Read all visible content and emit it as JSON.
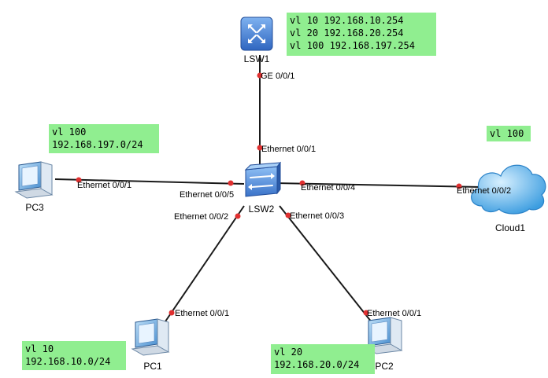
{
  "devices": {
    "lsw1": "LSW1",
    "lsw2": "LSW2",
    "pc1": "PC1",
    "pc2": "PC2",
    "pc3": "PC3",
    "cloud1": "Cloud1"
  },
  "ports": {
    "lsw1_ge001": "GE 0/0/1",
    "lsw2_e001": "Ethernet 0/0/1",
    "lsw2_e005": "Ethernet 0/0/5",
    "lsw2_e004": "Ethernet 0/0/4",
    "lsw2_e002": "Ethernet 0/0/2",
    "lsw2_e003": "Ethernet 0/0/3",
    "pc3_e001": "Ethernet 0/0/1",
    "cloud_e002": "Ethernet 0/0/2",
    "pc1_e001": "Ethernet 0/0/1",
    "pc2_e001": "Ethernet 0/0/1"
  },
  "notes": {
    "lsw1": [
      "vl 10 192.168.10.254",
      "vl 20 192.168.20.254",
      "vl 100 192.168.197.254"
    ],
    "pc3": [
      "vl 100",
      "192.168.197.0/24"
    ],
    "cloud1": [
      "vl 100"
    ],
    "pc1": [
      "vl 10",
      "192.168.10.0/24"
    ],
    "pc2": [
      "vl 20",
      "192.168.20.0/24"
    ]
  },
  "colors": {
    "note_bg": "#90ee90",
    "link": "#1a1a1a",
    "port_dot": "#e03030",
    "switch_blue": "#3a7bd5",
    "cloud_blue": "#4aa8e8"
  }
}
